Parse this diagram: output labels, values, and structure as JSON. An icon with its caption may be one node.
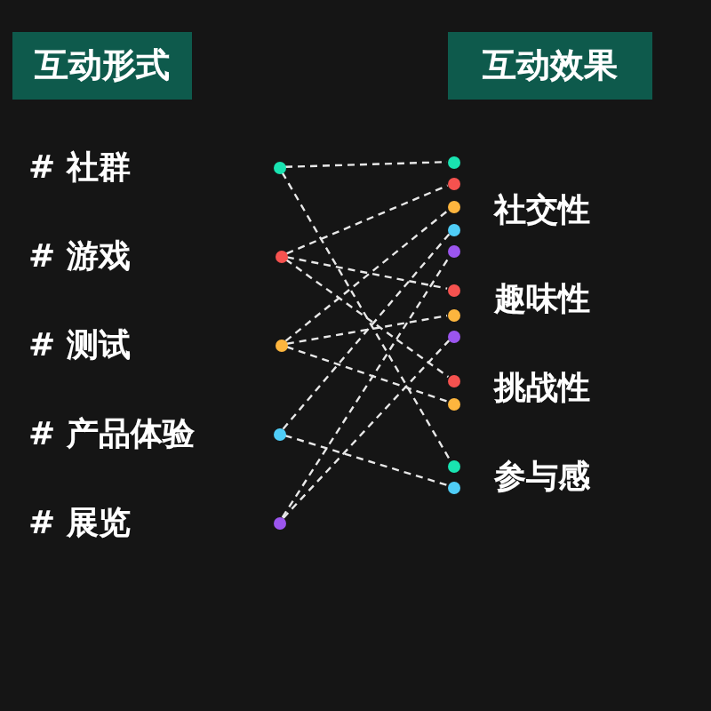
{
  "diagram": {
    "nodes": [
      {
        "text": [
          "互动形式"
        ]
      },
      {
        "text": [
          "互动效果"
        ]
      },
      {
        "text": [],
        "shape": "circle"
      },
      {
        "text": [],
        "shape": "circle"
      },
      {
        "text": [],
        "shape": "circle"
      },
      {
        "text": [],
        "shape": "circle"
      },
      {
        "text": [],
        "shape": "circle"
      },
      {
        "text": [],
        "shape": "circle"
      },
      {
        "text": [],
        "shape": "circle"
      },
      {
        "text": [],
        "shape": "circle"
      },
      {
        "text": [],
        "shape": "circle"
      },
      {
        "text": [],
        "shape": "circle"
      },
      {
        "text": [],
        "shape": "circle"
      },
      {
        "text": [],
        "shape": "circle"
      },
      {
        "text": [],
        "shape": "circle"
      },
      {
        "text": [],
        "shape": "circle"
      },
      {
        "text": [],
        "shape": "circle"
      },
      {
        "text": [],
        "shape": "circle"
      },
      {
        "text": [],
        "shape": "circle"
      }
    ],
    "edges": [
      {
        "from": 2,
        "to": 7,
        "arrow": "none",
        "style": "dashed"
      },
      {
        "from": 2,
        "to": 17,
        "arrow": "none",
        "style": "dashed"
      },
      {
        "from": 3,
        "to": 8,
        "arrow": "none",
        "style": "dashed"
      },
      {
        "from": 3,
        "to": 12,
        "arrow": "none",
        "style": "dashed"
      },
      {
        "from": 3,
        "to": 15,
        "arrow": "none",
        "style": "dashed"
      },
      {
        "from": 4,
        "to": 9,
        "arrow": "none",
        "style": "dashed"
      },
      {
        "from": 4,
        "to": 13,
        "arrow": "none",
        "style": "dashed"
      },
      {
        "from": 4,
        "to": 16,
        "arrow": "none",
        "style": "dashed"
      },
      {
        "from": 5,
        "to": 10,
        "arrow": "none",
        "style": "dashed"
      },
      {
        "from": 5,
        "to": 18,
        "arrow": "none",
        "style": "dashed"
      },
      {
        "from": 6,
        "to": 11,
        "arrow": "none",
        "style": "dashed"
      },
      {
        "from": 6,
        "to": 14,
        "arrow": "none",
        "style": "dashed"
      }
    ],
    "labels": [
      "# 社群",
      "# 游戏",
      "# 测试",
      "# 产品体验",
      "# 展览",
      "社交性",
      "趣味性",
      "挑战性",
      "参与感"
    ]
  }
}
